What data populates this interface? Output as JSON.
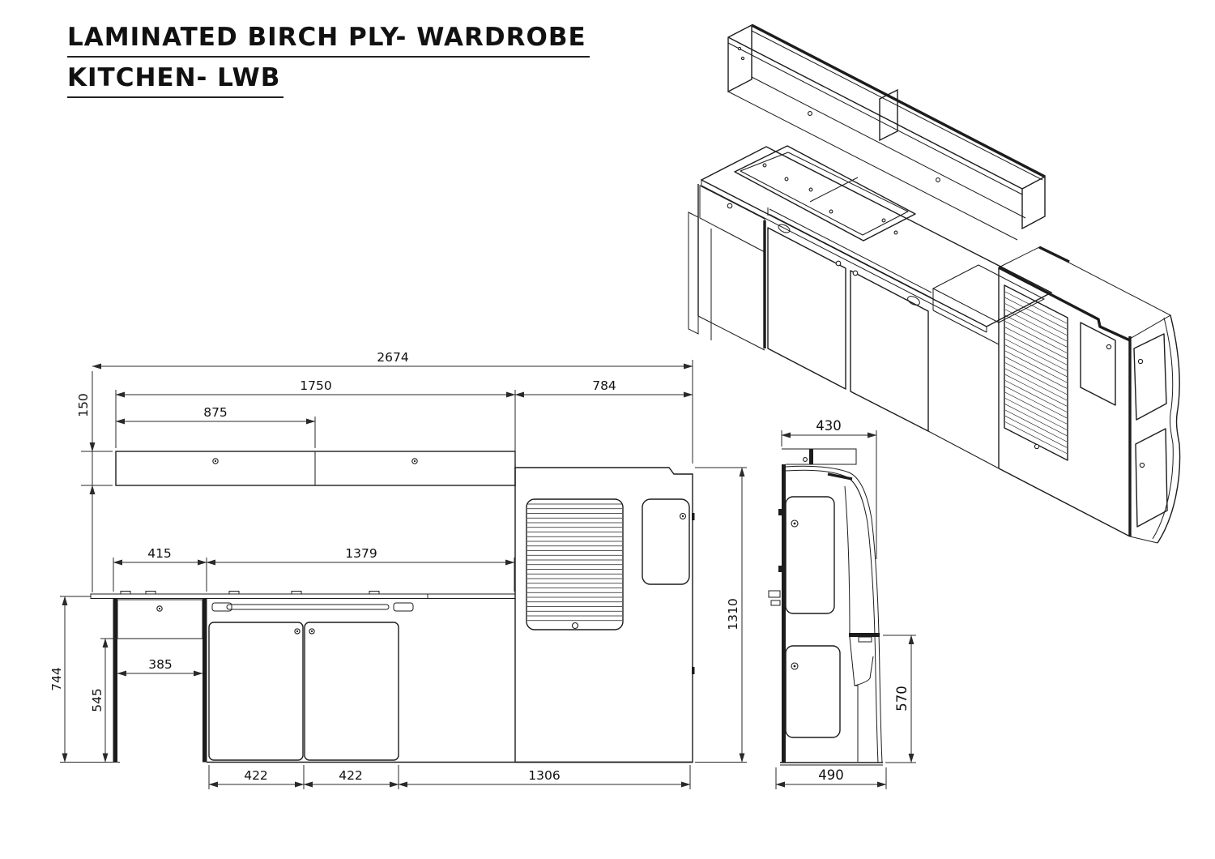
{
  "title": {
    "line1": "LAMINATED BIRCH PLY- WARDROBE",
    "line2": "KITCHEN- LWB"
  },
  "views": {
    "isometric": "isometric-overview",
    "front": "front-elevation",
    "side": "side-elevation"
  },
  "dims": {
    "overall_width": "2674",
    "locker_run": "1750",
    "locker_door": "875",
    "locker_height": "150",
    "top_right_width": "784",
    "desk_width": "415",
    "worktop_width": "1379",
    "desk_clear_width": "385",
    "worktop_height": "744",
    "under_drawer_height": "545",
    "left_door_width": "422",
    "right_door_width": "422",
    "wardrobe_width": "1306",
    "wardrobe_height": "1310",
    "side_top_depth": "430",
    "side_lower_height": "570",
    "side_base_depth": "490"
  },
  "colors": {
    "line": "#1c1c1c",
    "dimension": "#2a2a2a",
    "background": "#ffffff"
  }
}
